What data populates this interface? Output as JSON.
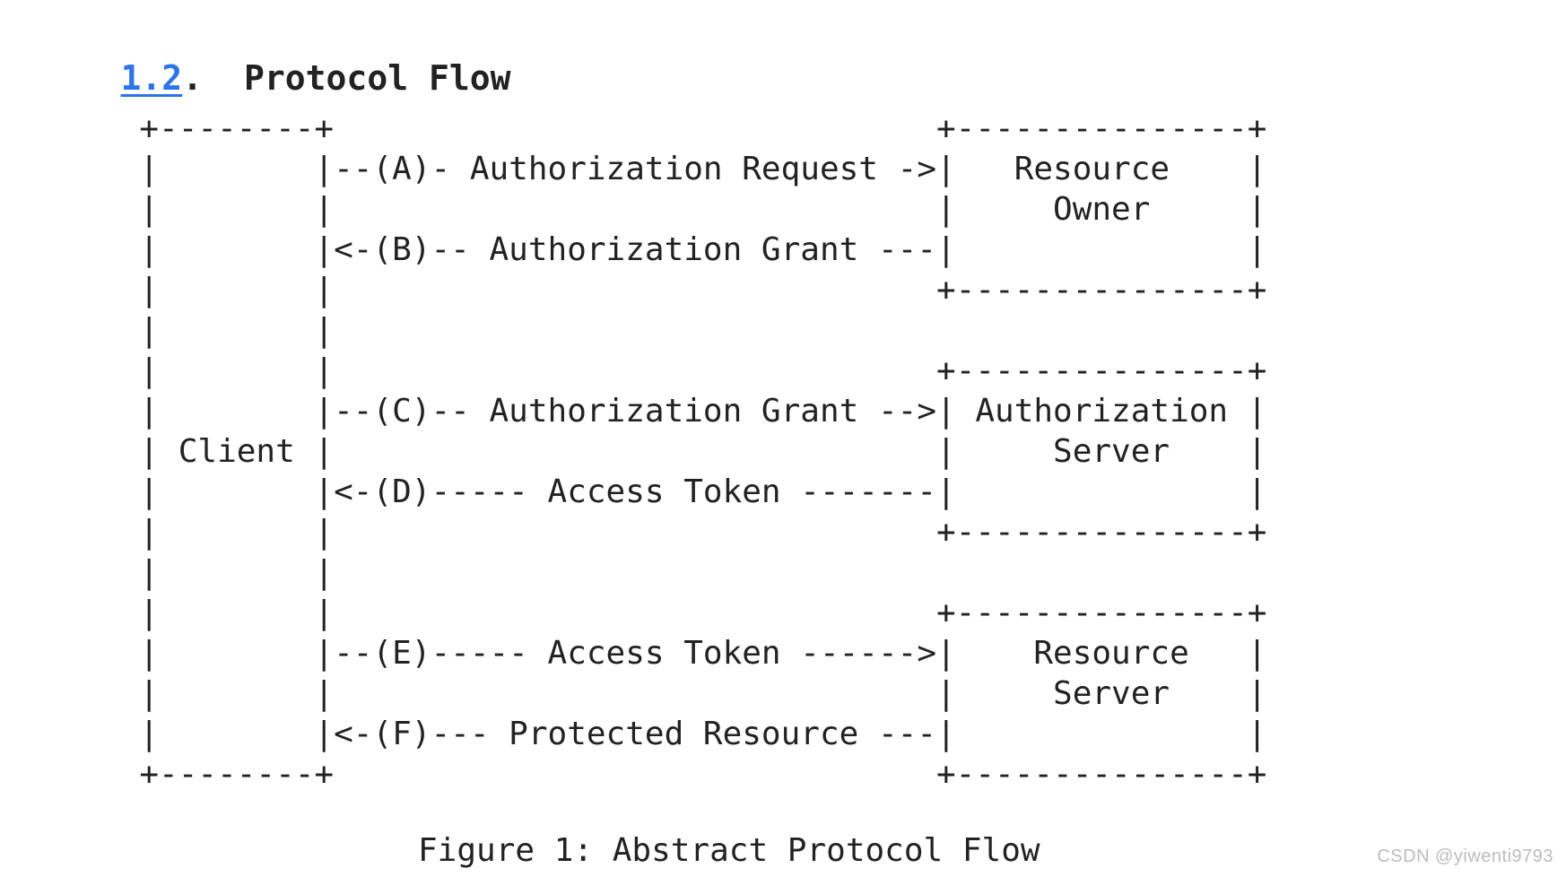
{
  "heading": {
    "section_number": "1.2",
    "separator": ".",
    "title": "Protocol Flow",
    "link_color": "#2b74f0",
    "text_color": "#222222"
  },
  "figure": {
    "ascii_lines": [
      "     +--------+                               +---------------+",
      "     |        |--(A)- Authorization Request ->|   Resource    |",
      "     |        |                               |     Owner     |",
      "     |        |<-(B)-- Authorization Grant ---|               |",
      "     |        |                               +---------------+",
      "     |        |",
      "     |        |                               +---------------+",
      "     |        |--(C)-- Authorization Grant -->| Authorization |",
      "     | Client |                               |     Server    |",
      "     |        |<-(D)----- Access Token -------|               |",
      "     |        |                               +---------------+",
      "     |        |",
      "     |        |                               +---------------+",
      "     |        |--(E)----- Access Token ------>|    Resource   |",
      "     |        |                               |     Server    |",
      "     |        |<-(F)--- Protected Resource ---|               |",
      "     +--------+                               +---------------+"
    ],
    "caption": "Figure 1: Abstract Protocol Flow"
  },
  "diagram_semantics": {
    "type": "protocol-flow",
    "actors": [
      "Client",
      "Resource Owner",
      "Authorization Server",
      "Resource Server"
    ],
    "flows": [
      {
        "step": "A",
        "from": "Client",
        "to": "Resource Owner",
        "label": "Authorization Request"
      },
      {
        "step": "B",
        "from": "Resource Owner",
        "to": "Client",
        "label": "Authorization Grant"
      },
      {
        "step": "C",
        "from": "Client",
        "to": "Authorization Server",
        "label": "Authorization Grant"
      },
      {
        "step": "D",
        "from": "Authorization Server",
        "to": "Client",
        "label": "Access Token"
      },
      {
        "step": "E",
        "from": "Client",
        "to": "Resource Server",
        "label": "Access Token"
      },
      {
        "step": "F",
        "from": "Resource Server",
        "to": "Client",
        "label": "Protected Resource"
      }
    ]
  },
  "watermark": {
    "text": "CSDN @yiwenti9793",
    "color": "#bcbcbc"
  }
}
